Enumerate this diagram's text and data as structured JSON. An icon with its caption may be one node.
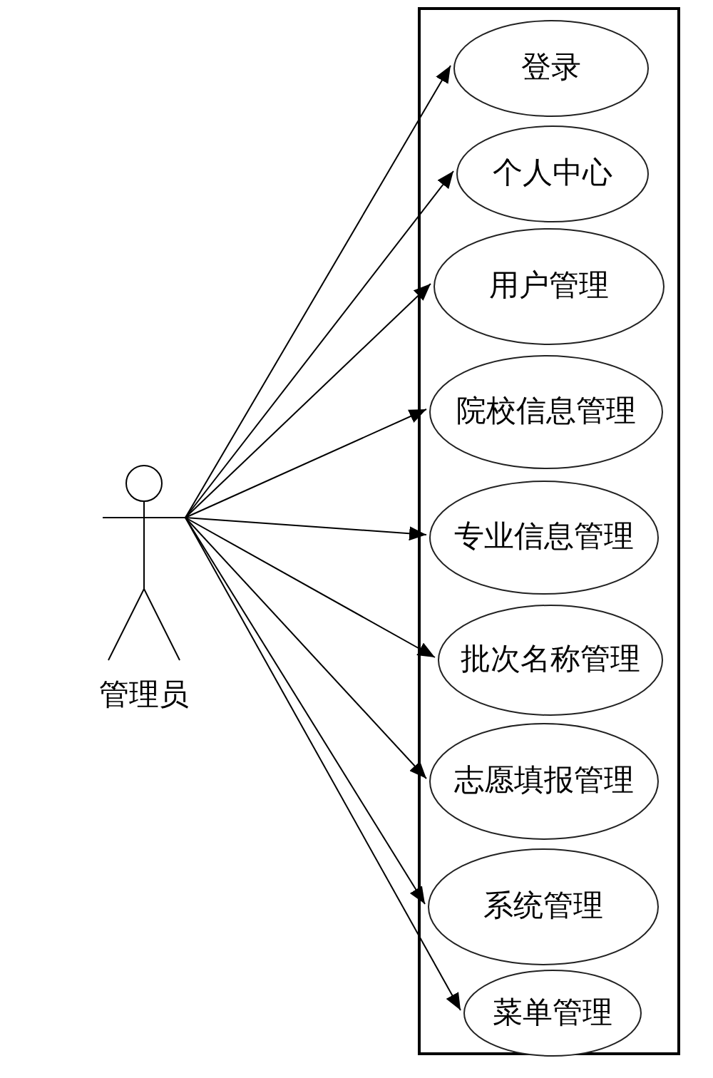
{
  "diagram": {
    "nodes": [
      {
        "text": [
          "管理员"
        ]
      },
      {
        "text": [],
        "shape": "box"
      },
      {
        "text": [
          "登录"
        ],
        "in": 1
      },
      {
        "text": [
          "个人中心"
        ],
        "in": 1
      },
      {
        "text": [
          "用户管理"
        ],
        "in": 1
      },
      {
        "text": [
          "院校信息管理"
        ],
        "in": 1
      },
      {
        "text": [
          "专业信息管理"
        ],
        "in": 1
      },
      {
        "text": [
          "批次名称管理"
        ],
        "in": 1
      },
      {
        "text": [
          "志愿填报管理"
        ],
        "in": 1
      },
      {
        "text": [
          "系统管理"
        ],
        "in": 1
      },
      {
        "text": [
          "菜单管理"
        ],
        "in": 1
      }
    ],
    "edges": [
      {
        "from": 0,
        "to": 2,
        "arrow": "to"
      },
      {
        "from": 0,
        "to": 3,
        "arrow": "to"
      },
      {
        "from": 0,
        "to": 4,
        "arrow": "to"
      },
      {
        "from": 0,
        "to": 5,
        "arrow": "to"
      },
      {
        "from": 0,
        "to": 6,
        "arrow": "to"
      },
      {
        "from": 0,
        "to": 7,
        "arrow": "to"
      },
      {
        "from": 0,
        "to": 8,
        "arrow": "to"
      },
      {
        "from": 0,
        "to": 9,
        "arrow": "to"
      },
      {
        "from": 0,
        "to": 10,
        "arrow": "to"
      }
    ]
  }
}
